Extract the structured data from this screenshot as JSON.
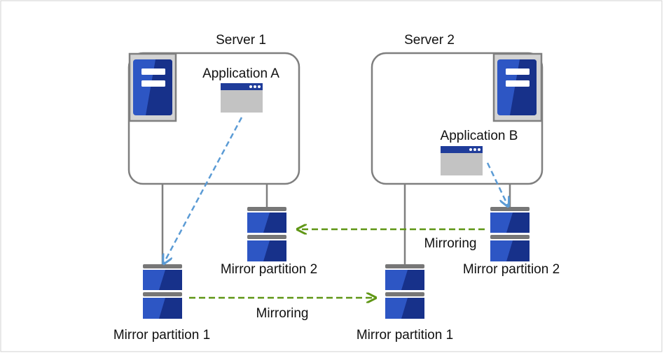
{
  "servers": [
    {
      "label": "Server 1",
      "application": "Application A"
    },
    {
      "label": "Server 2",
      "application": "Application B"
    }
  ],
  "partitions": {
    "s1_p1": "Mirror partition 1",
    "s1_p2": "Mirror partition 2",
    "s2_p1": "Mirror partition 1",
    "s2_p2": "Mirror partition 2"
  },
  "mirroring": {
    "lower": "Mirroring",
    "upper": "Mirroring"
  },
  "icons": {
    "server": "server-icon",
    "application": "application-window-icon",
    "disk": "disk-icon"
  },
  "colors": {
    "server_blue": "#2d56c4",
    "server_dark": "#17318a",
    "mirror_arrow": "#5f9615",
    "access_arrow": "#5b9bd5",
    "connector": "#7f7f7f"
  }
}
